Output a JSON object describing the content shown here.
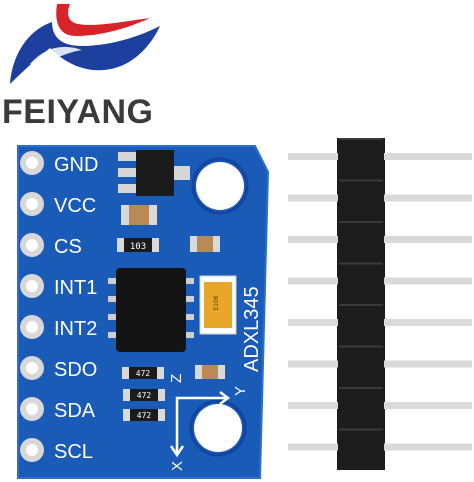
{
  "brand": {
    "name": "FEIYANG",
    "text_color": "#3a3a3a",
    "logo_blue": "#1d3f9e",
    "logo_red": "#d7232a"
  },
  "board": {
    "color": "#1a5bb8",
    "edge_color": "#2c6fd0",
    "model_label": "ADXL345",
    "pins": [
      "GND",
      "VCC",
      "CS",
      "INT1",
      "INT2",
      "SDO",
      "SDA",
      "SCL"
    ],
    "resistor_codes": [
      "103",
      "472",
      "472",
      "472"
    ],
    "capacitor_label": "E106",
    "axis_labels": {
      "x": "X",
      "y": "Y",
      "z": "Z"
    }
  },
  "header": {
    "pin_count": 8,
    "housing_color": "#1c1c1c",
    "pin_color": "#d9d9d9"
  }
}
